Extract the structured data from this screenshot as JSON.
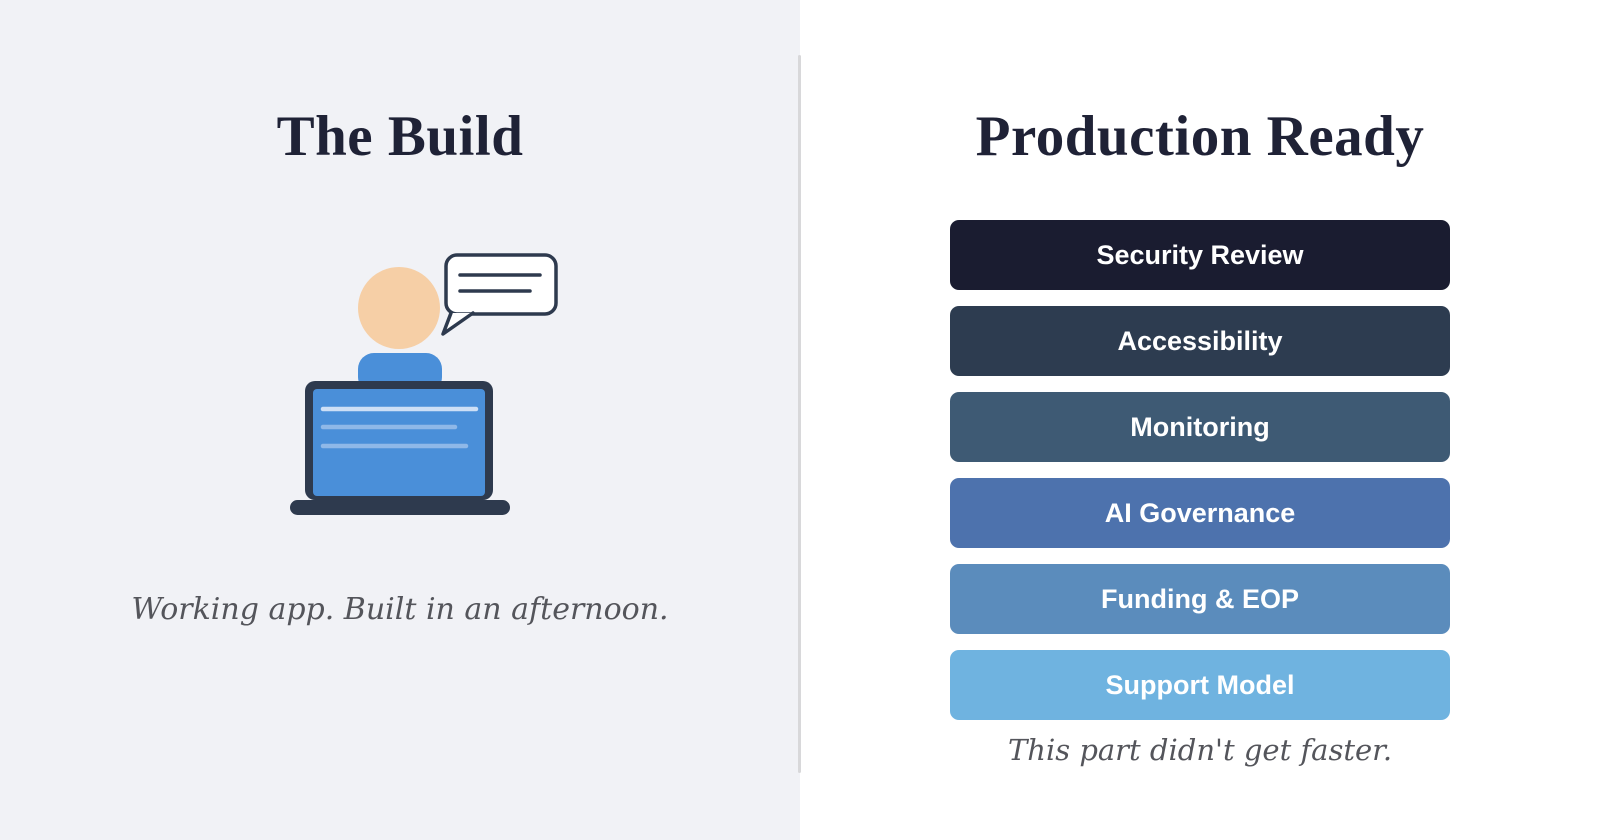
{
  "left_panel": {
    "title": "The Build",
    "caption": "Working app. Built in an afternoon.",
    "illustration": {
      "name": "builder-at-laptop",
      "colors": {
        "outline": "#2e3a4e",
        "skin": "#f6cfa6",
        "blue": "#4a8fd9",
        "bubble": "#ffffff",
        "screen_line_bright": "#cddff6",
        "screen_line_soft": "#8fb8e8"
      }
    }
  },
  "right_panel": {
    "title": "Production Ready",
    "caption": "This part didn't get faster.",
    "items": [
      {
        "label": "Security Review",
        "color": "#1a1c30"
      },
      {
        "label": "Accessibility",
        "color": "#2d3c50"
      },
      {
        "label": "Monitoring",
        "color": "#3e5a74"
      },
      {
        "label": "AI Governance",
        "color": "#4d72ad"
      },
      {
        "label": "Funding & EOP",
        "color": "#5b8cbc"
      },
      {
        "label": "Support Model",
        "color": "#6fb3e0"
      }
    ]
  },
  "theme": {
    "left_background": "#f1f2f6",
    "right_background": "#ffffff",
    "title_color": "#1f2236",
    "caption_color": "#54555b",
    "divider_color": "#d8d8da",
    "bar_text_color": "#ffffff"
  }
}
